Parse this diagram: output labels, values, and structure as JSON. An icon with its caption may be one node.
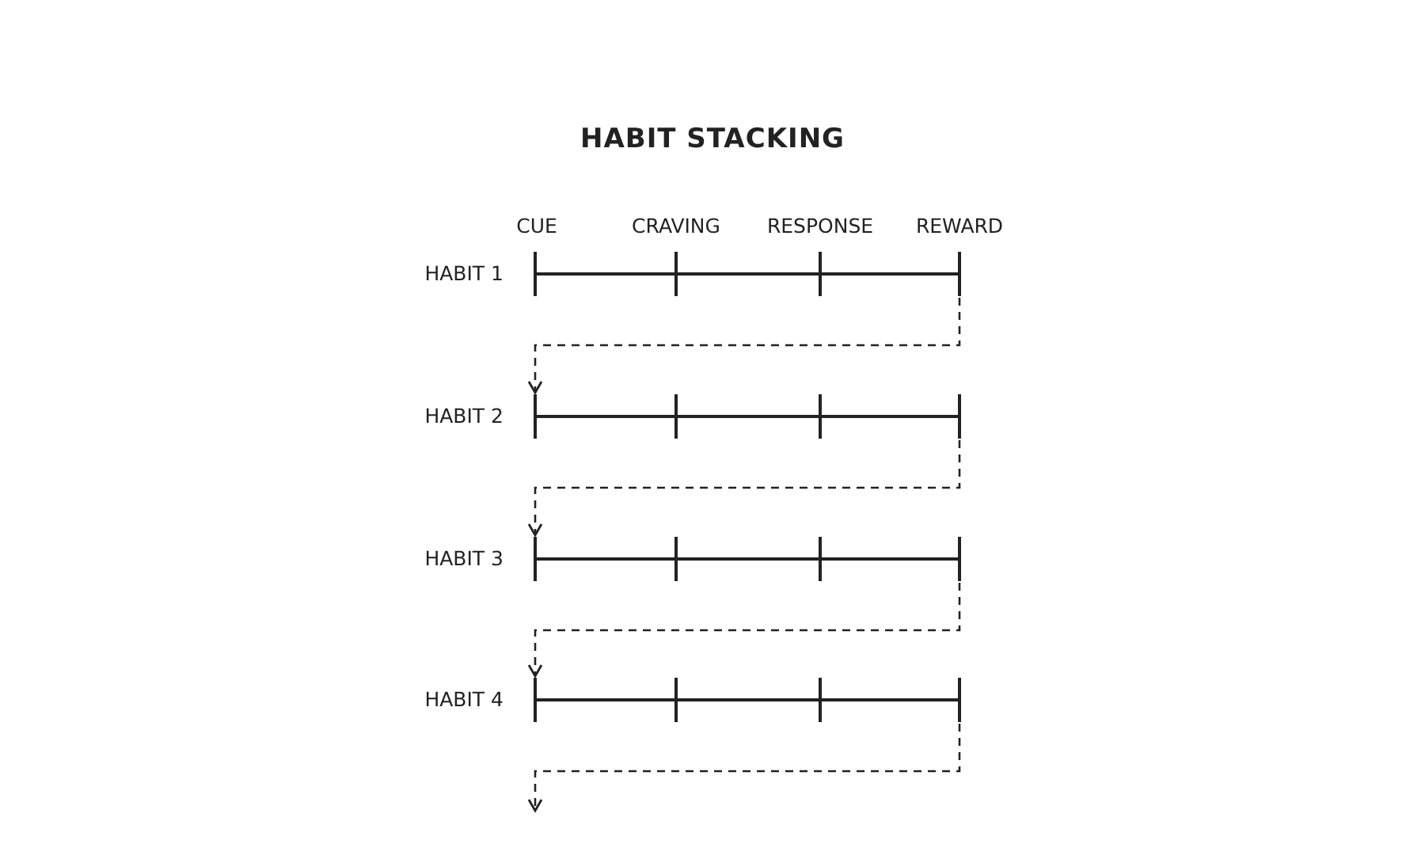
{
  "diagram": {
    "title": "HABIT STACKING",
    "nodes": [
      {
        "text": [
          "HABIT 1"
        ]
      },
      {
        "text": [
          "HABIT 2"
        ]
      },
      {
        "text": [
          "HABIT 3"
        ]
      },
      {
        "text": [
          "HABIT 4"
        ]
      }
    ],
    "edges": [
      {
        "from": 0,
        "to": 1,
        "arrow": "to",
        "style": "dashed"
      },
      {
        "from": 1,
        "to": 2,
        "arrow": "to",
        "style": "dashed"
      },
      {
        "from": 2,
        "to": 3,
        "arrow": "to",
        "style": "dashed"
      },
      {
        "from": 3,
        "to": null,
        "arrow": "to",
        "style": "dashed"
      }
    ],
    "labels": [
      "CUE",
      "CRAVING",
      "RESPONSE",
      "REWARD"
    ]
  }
}
